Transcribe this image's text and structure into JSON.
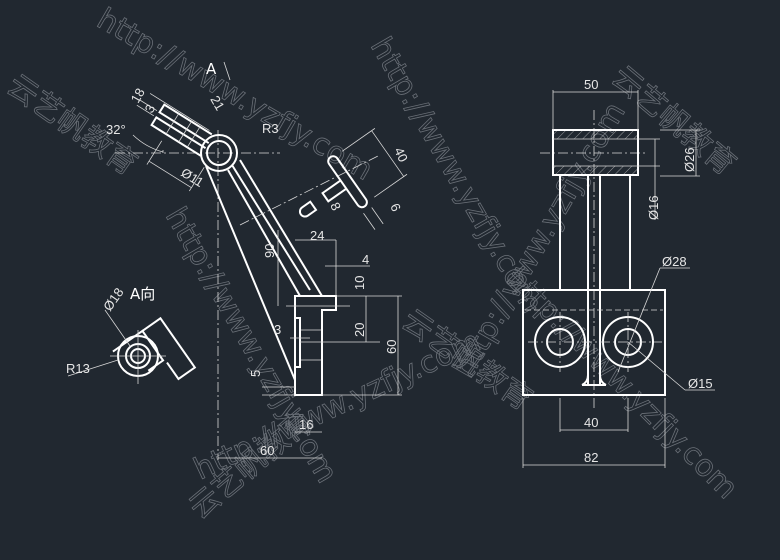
{
  "drawing": {
    "front_view": {
      "view_arrow_label": "A",
      "dims": {
        "angle": "32°",
        "d18": "18",
        "d3a": "3",
        "d21": "21",
        "r3": "R3",
        "dia11": "Ø11",
        "d90": "90",
        "d24": "24",
        "d4": "4",
        "d10": "10",
        "d20": "20",
        "d60v": "60",
        "d3b": "3",
        "d5": "5",
        "d16": "16",
        "d60h": "60"
      }
    },
    "section_view": {
      "dims": {
        "d40": "40",
        "d6": "6",
        "d8": "8"
      }
    },
    "a_view": {
      "title": "A向",
      "dims": {
        "dia18": "Ø18",
        "r13": "R13"
      }
    },
    "side_view": {
      "dims": {
        "d50": "50",
        "dia26": "Ø26",
        "dia16": "Ø16",
        "dia28": "Ø28",
        "dia15": "Ø15",
        "d40": "40",
        "d82": "82"
      }
    }
  },
  "watermark": {
    "url": "http://www.yzfjy.com",
    "brand": "云艺帆教育"
  },
  "colors": {
    "background": "#212830",
    "line": "#ffffff"
  }
}
